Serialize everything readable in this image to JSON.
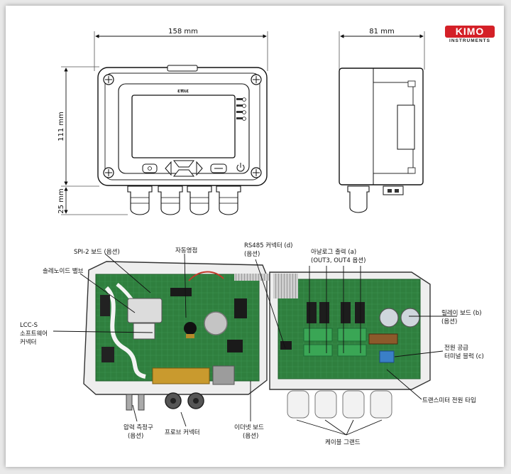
{
  "brand": {
    "name": "KIMO",
    "tagline": "INSTRUMENTS",
    "color": "#d42027"
  },
  "dimensions": {
    "width": "158 mm",
    "depth": "81 mm",
    "height": "111 mm",
    "gland": "25 mm"
  },
  "device": {
    "display_brand": "επιε"
  },
  "labels": {
    "spi2": "SPI-2 보드 (옵션)",
    "auto_zero": "자동영점",
    "rs485_line1": "RS485 커넥터 (d)",
    "rs485_line2": "(옵션)",
    "analog_line1": "아날로그 출력 (a)",
    "analog_line2": "(OUT3, OUT4 옵션)",
    "solenoid": "솔레노이드 밸브",
    "lccs_line1": "LCC-S",
    "lccs_line2": "소프트웨어",
    "lccs_line3": "커넥터",
    "relay_line1": "릴레이 보드 (b)",
    "relay_line2": "(옵션)",
    "power_line1": "전원 공급",
    "power_line2": "터미널 블럭 (c)",
    "transmitter": "트랜스미터 전원 타입",
    "pressure_line1": "압력 측정구",
    "pressure_line2": "(옵션)",
    "probe": "프로브 커넥터",
    "ethernet_line1": "이더넷 보드",
    "ethernet_line2": "(옵션)",
    "cable_gland": "케이블 그랜드"
  },
  "colors": {
    "pcb": "#2f7f3e",
    "pcb_dark": "#1f5e2b",
    "enclosure": "#eeeeee",
    "terminal": "#3aa655",
    "capacitor": "#cfd6dd",
    "power_block": "#3a7fc7",
    "ribbon": "#c9c9c9",
    "relay": "#1d1d1d",
    "brass": "#c99a2e"
  }
}
